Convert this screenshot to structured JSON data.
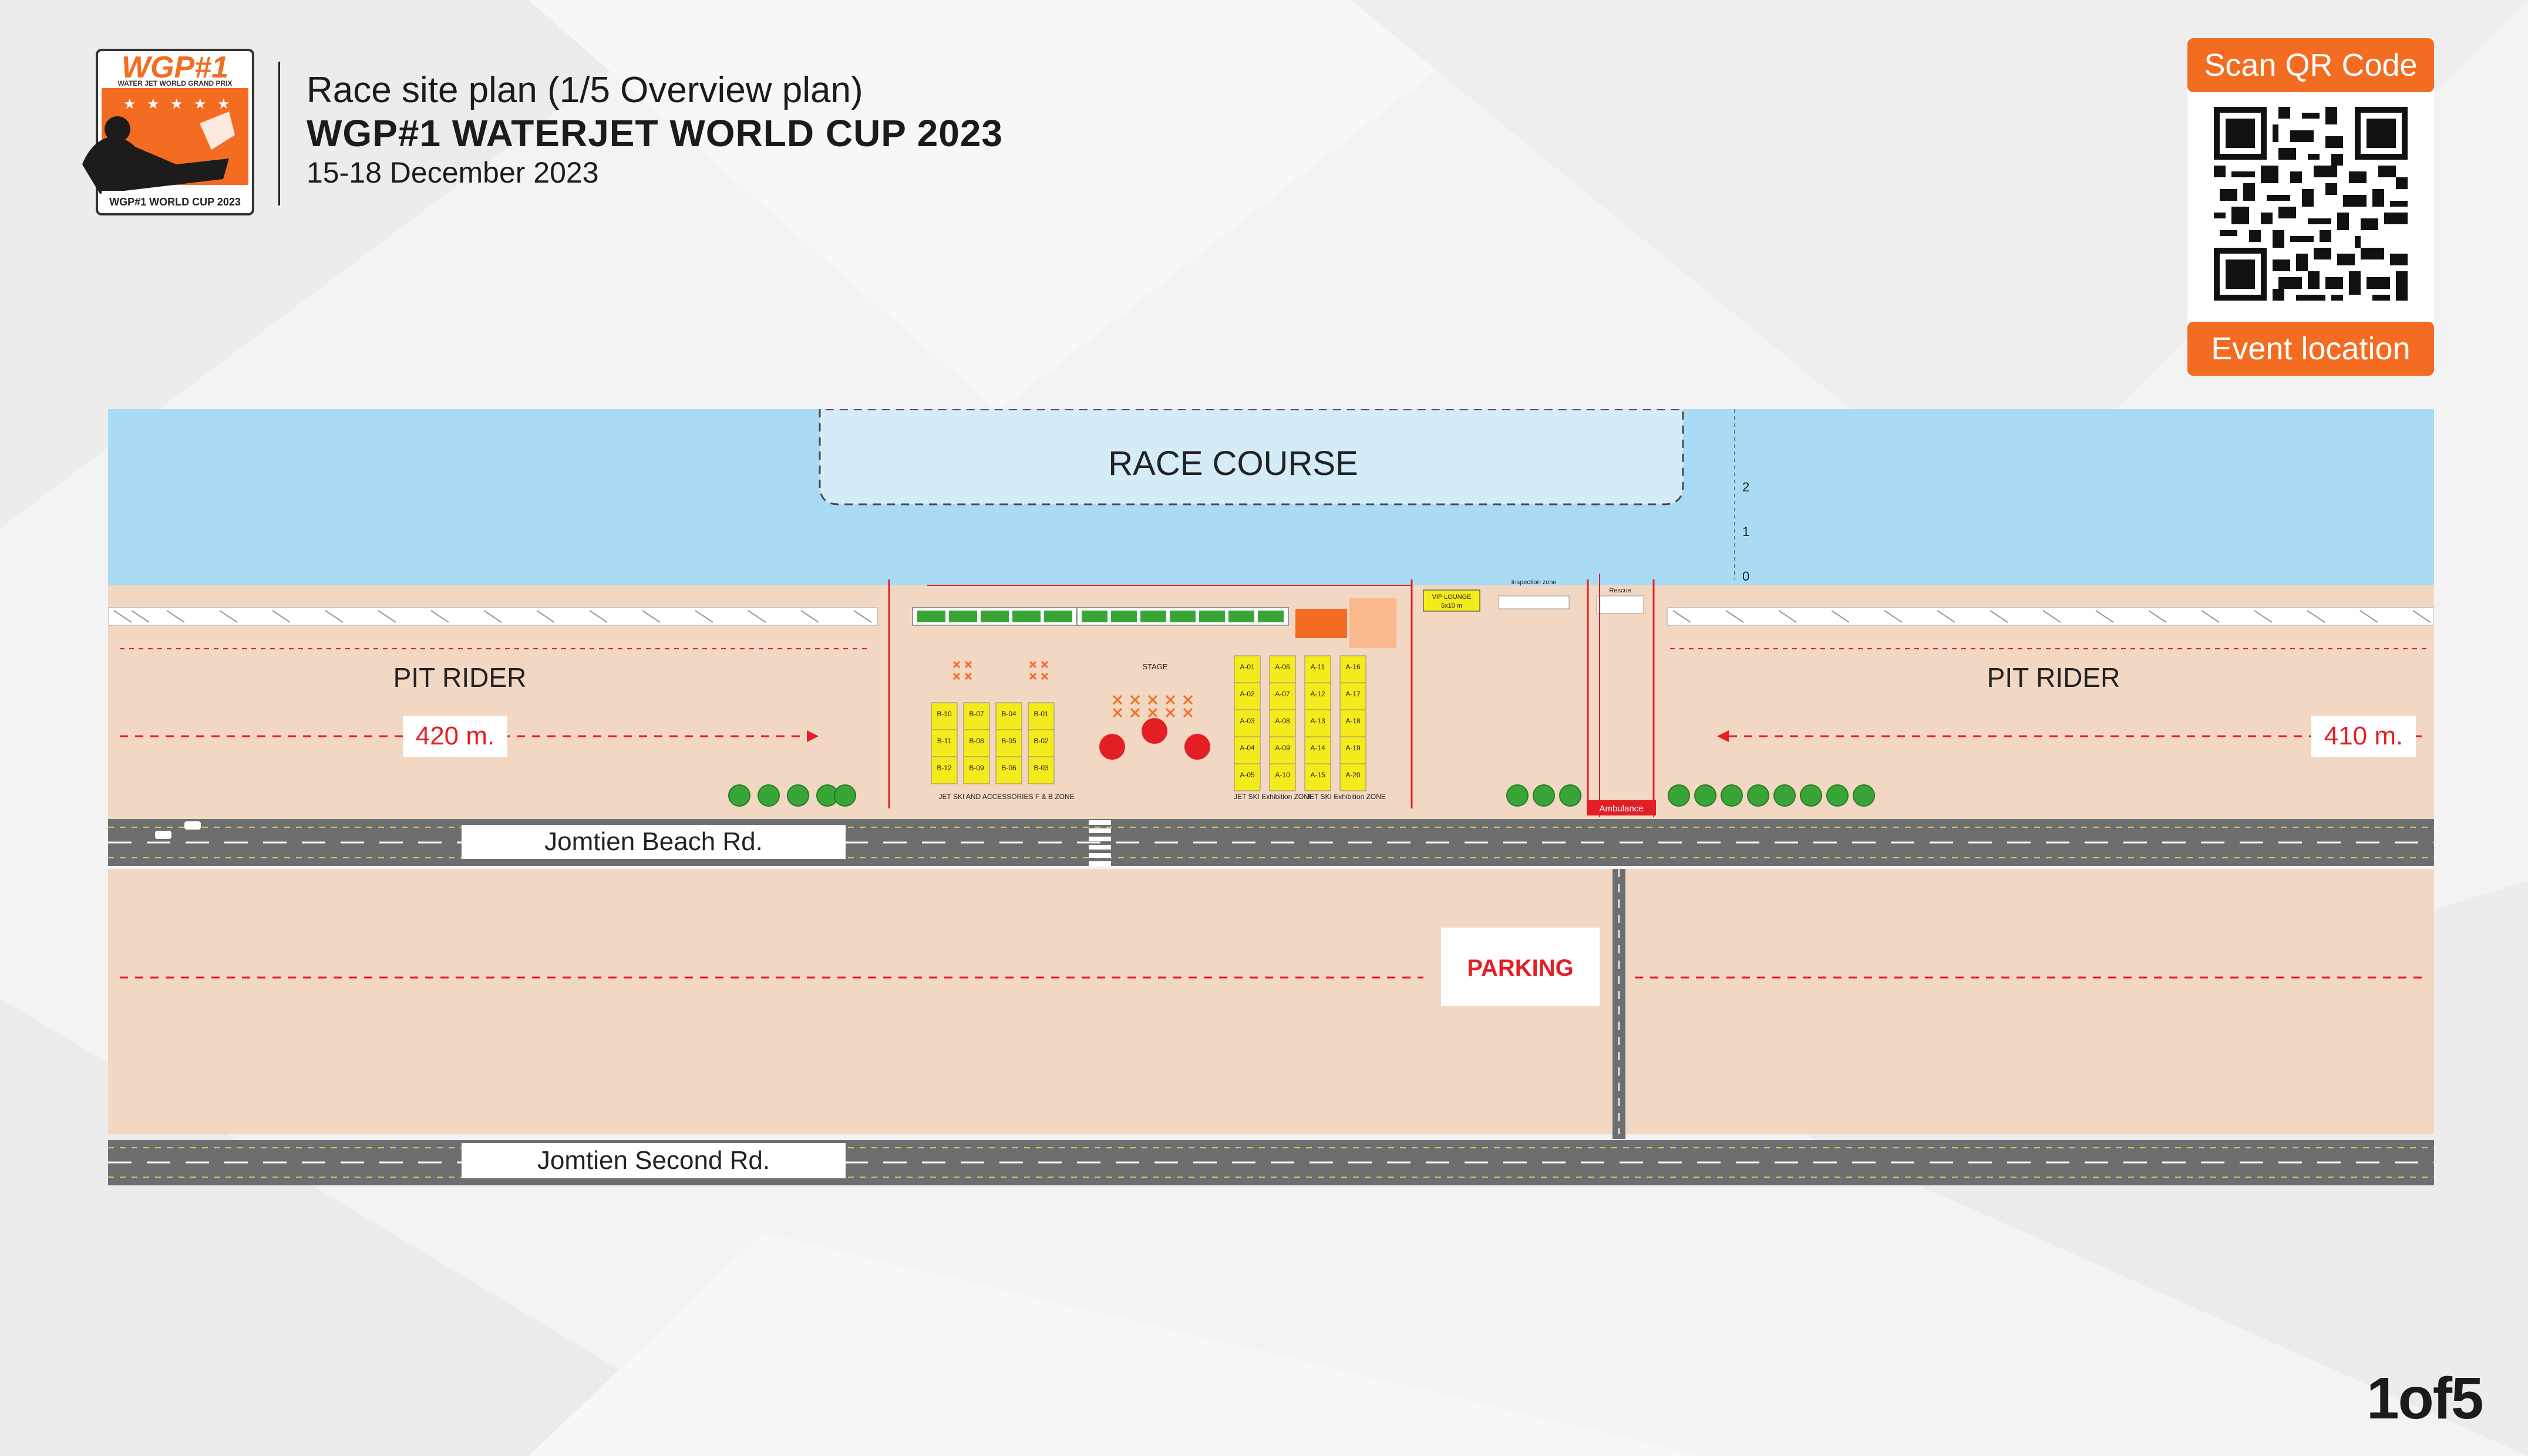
{
  "header": {
    "title_line1": "Race site plan (1/5 Overview plan)",
    "title_line2": "WGP#1 WATERJET WORLD CUP 2023",
    "date": "15-18 December 2023"
  },
  "logo": {
    "text_main": "WGP#1",
    "text_sub": "WATER JET WORLD GRAND PRIX",
    "text_bottom": "WGP#1 WORLD CUP 2023"
  },
  "qr": {
    "top_label": "Scan QR Code",
    "bottom_label": "Event location",
    "accent": "#f36c21"
  },
  "map": {
    "race_course": "RACE COURSE",
    "pit_left": "PIT RIDER",
    "pit_right": "PIT RIDER",
    "dist_left": "420 m.",
    "dist_right": "410 m.",
    "road1": "Jomtien Beach Rd.",
    "road2": "Jomtien Second Rd.",
    "parking": "PARKING",
    "ambulance": "Ambulance",
    "scale_marks": [
      "2",
      "1",
      "0"
    ],
    "vip": "VIP LOUNGE",
    "vip_size": "5x10 m",
    "inspection": "Inspection zone",
    "rescue": "Rescue",
    "stage": "STAGE",
    "zone_b": "JET SKI AND ACCESSORIES F & B ZONE",
    "zone_a1": "JET SKI Exhibition ZONE",
    "zone_a2": "JET SKI Exhibition ZONE",
    "booths_b": [
      "B-10",
      "B-07",
      "B-04",
      "B-01",
      "B-11",
      "B-08",
      "B-05",
      "B-02",
      "B-12",
      "B-09",
      "B-06",
      "B-03"
    ],
    "booths_a": [
      "A-01",
      "A-06",
      "A-11",
      "A-16",
      "A-02",
      "A-07",
      "A-12",
      "A-17",
      "A-03",
      "A-08",
      "A-13",
      "A-18",
      "A-04",
      "A-09",
      "A-14",
      "A-19",
      "A-05",
      "A-10",
      "A-15",
      "A-20"
    ],
    "colors": {
      "sea": "#a9dcf4",
      "course": "#d3ecf8",
      "sand": "#f2d7c3",
      "road": "#6d6e70",
      "booth": "#f5ea1c",
      "red": "#e31e24",
      "tree": "#3aa537"
    }
  },
  "page_number": "1of5"
}
